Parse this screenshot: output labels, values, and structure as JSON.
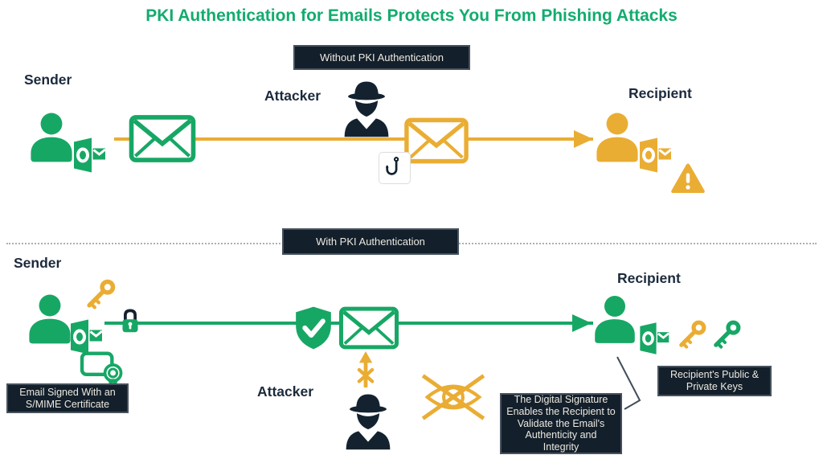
{
  "title": "PKI Authentication for Emails Protects You From Phishing Attacks",
  "colors": {
    "green": "#17A765",
    "yellow": "#EAAD33",
    "navy": "#14222F",
    "badge_background": "#131F2B",
    "badge_border": "#47525E",
    "badge_text": "#ECE9DF",
    "title_green": "#12AC6E"
  },
  "sections": {
    "top": {
      "badge_label": "Without PKI Authentication",
      "sender_label": "Sender",
      "attacker_label": "Attacker",
      "recipient_label": "Recipient"
    },
    "bottom": {
      "badge_label": "With PKI Authentication",
      "sender_label": "Sender",
      "attacker_label": "Attacker",
      "recipient_label": "Recipient",
      "smime_note": "Email Signed With an S/MIME Certificate",
      "keys_note": "Recipient's Public & Private Keys",
      "signature_note": "The Digital Signature Enables the Recipient to Validate the Email's Authenticity and Integrity"
    }
  },
  "icons": {
    "person": "person-silhouette",
    "outlook": "outlook-mail",
    "envelope": "email-envelope",
    "spy": "attacker-spy",
    "hook": "phishing-hook",
    "warning": "warning-triangle",
    "key": "key",
    "lock": "padlock",
    "shield": "shield-checkmark",
    "certificate": "smime-certificate-seal",
    "eye_crossed": "blocked-snooping-eye",
    "blocked_arrow": "blocked-attack-arrow"
  }
}
